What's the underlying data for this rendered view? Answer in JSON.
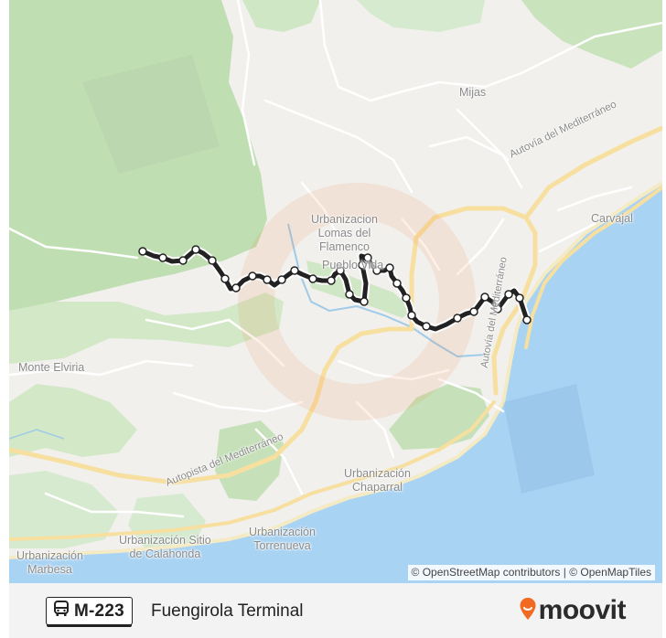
{
  "map": {
    "places": [
      {
        "id": "mijas",
        "label": "Mijas"
      },
      {
        "id": "urbanizacion-lomas-del-flamenco",
        "label": "Urbanizacion\nLomas del\nFlamenco"
      },
      {
        "id": "pueblo-la-vida",
        "label": "Pueblo Vida"
      },
      {
        "id": "carvajal",
        "label": "Carvajal"
      },
      {
        "id": "monte-elviria",
        "label": "Monte Elviria"
      },
      {
        "id": "urbanizacion-chaparral",
        "label": "Urbanización\nChaparral"
      },
      {
        "id": "urbanizacion-torrenueva",
        "label": "Urbanización\nTorrenueva"
      },
      {
        "id": "urbanizacion-sitio-de-calahonda",
        "label": "Urbanización Sitio\nde Calahonda"
      },
      {
        "id": "urbanizacion-marbesa",
        "label": "Urbanización\nMarbesa"
      }
    ],
    "road_labels": [
      {
        "id": "autovia-mediterraneo-north",
        "label": "Autovía del Mediterráneo"
      },
      {
        "id": "autovia-mediterraneo-east",
        "label": "Autovía del Mediterráneo"
      },
      {
        "id": "autopista-mediterraneo",
        "label": "Autopista del Mediterráneo"
      }
    ],
    "attribution": "© OpenStreetMap contributors | © OpenMapTiles",
    "route_color": "#222222",
    "water_color": "#a9d3f3",
    "forest_color": "#c3e0b6"
  },
  "footer": {
    "route_icon": "bus-icon",
    "route_code": "M-223",
    "destination": "Fuengirola Terminal",
    "brand_name": "moovit",
    "brand_icon": "moovit-pin-icon",
    "brand_color": "#f26a21"
  }
}
